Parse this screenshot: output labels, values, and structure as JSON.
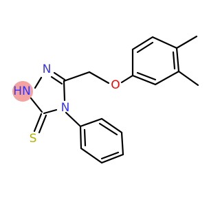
{
  "molecule": {
    "atoms": {
      "n_top": "N",
      "nh": "HN",
      "n_ring": "N",
      "o_ether": "O",
      "s_thione": "S"
    },
    "colors": {
      "nitrogen": "#3333ff",
      "oxygen": "#ff0000",
      "sulfur": "#b2b200",
      "bond": "#000000",
      "nh_highlight": "#f4a3a3"
    }
  }
}
